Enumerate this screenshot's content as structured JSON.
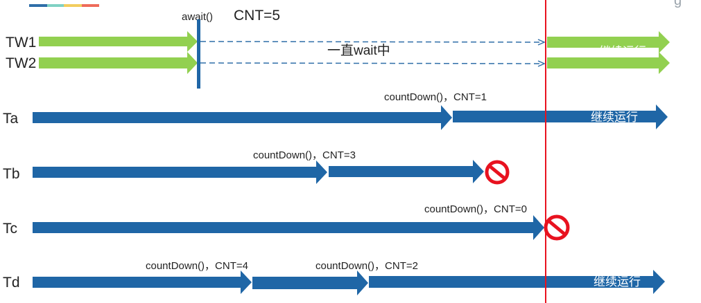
{
  "accent_colors": {
    "blue": "#1f66a6",
    "green": "#92d050",
    "red": "#e8121f",
    "palette": [
      "#2f6ea8",
      "#7fd1c3",
      "#f2cd5e",
      "#ee6b5a"
    ]
  },
  "top": {
    "await_label": "await()",
    "cnt_label": "CNT=5",
    "waiting_label": "一直wait中"
  },
  "threads": {
    "tw1": {
      "name": "TW1"
    },
    "tw2": {
      "name": "TW2"
    },
    "ta": {
      "name": "Ta",
      "countdown": "countDown()，CNT=1"
    },
    "tb": {
      "name": "Tb",
      "countdown": "countDown()，CNT=3"
    },
    "tc": {
      "name": "Tc",
      "countdown": "countDown()，CNT=0"
    },
    "td": {
      "name": "Td",
      "countdown_1": "countDown()，CNT=4",
      "countdown_2": "countDown()，CNT=2"
    }
  },
  "continue_label": "继续运行"
}
